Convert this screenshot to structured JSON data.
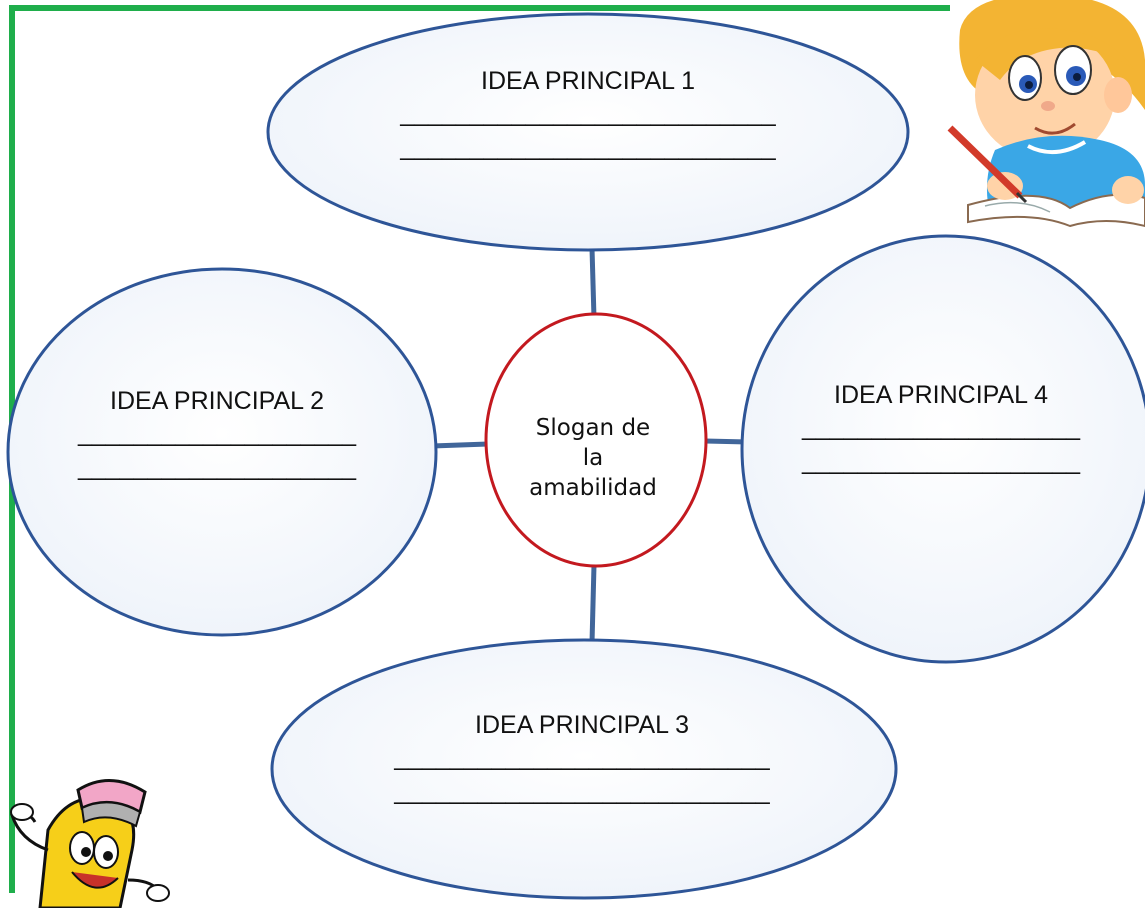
{
  "center": {
    "lines": [
      "Slogan de",
      "la",
      "amabilidad"
    ]
  },
  "ideas": [
    {
      "title": "IDEA PRINCIPAL 1",
      "line1": "___________________________",
      "line2": "___________________________"
    },
    {
      "title": "IDEA PRINCIPAL 2",
      "line1": "____________________",
      "line2": "____________________"
    },
    {
      "title": "IDEA PRINCIPAL 3",
      "line1": "___________________________",
      "line2": "___________________________"
    },
    {
      "title": "IDEA PRINCIPAL 4",
      "line1": "____________________",
      "line2": "____________________"
    }
  ],
  "colors": {
    "border": "#1fae4b",
    "ellipse_stroke": "#2e5597",
    "connector": "#41669a",
    "center_stroke": "#c3191f"
  },
  "decorations": [
    "boy-writing-illustration",
    "pencil-mascot-illustration"
  ]
}
